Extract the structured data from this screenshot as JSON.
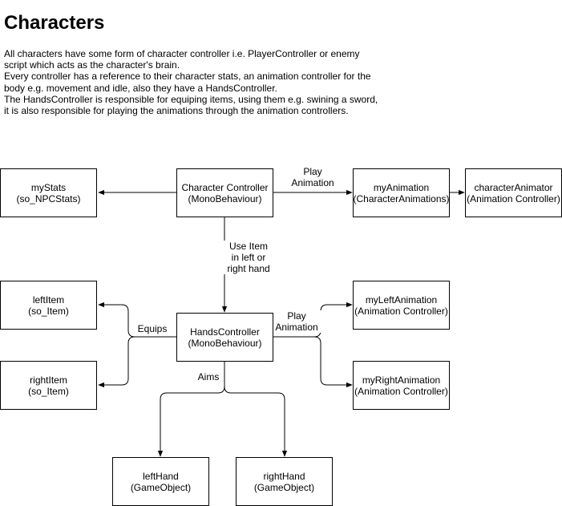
{
  "title": "Characters",
  "description": [
    "All characters have some form of character controller i.e. PlayerController or enemy",
    "script which acts as the character's brain.",
    "Every controller has a reference to their character stats, an animation controller for the",
    "body e.g. movement and idle, also they have a HandsController.",
    "The HandsController is responsible for equiping items, using them e.g. swining a sword,",
    "it is also responsible for playing the animations through the animation controllers."
  ],
  "boxes": {
    "mystats": [
      "myStats",
      "(so_NPCStats)"
    ],
    "character_controller": [
      "Character Controller",
      "(MonoBehaviour)"
    ],
    "myanimation": [
      "myAnimation",
      "(CharacterAnimations)"
    ],
    "characteranimator": [
      "characterAnimator",
      "(Animation Controller)"
    ],
    "leftitem": [
      "leftItem",
      "(so_Item)"
    ],
    "rightitem": [
      "rightItem",
      "(so_Item)"
    ],
    "hands_controller": [
      "HandsController",
      "(MonoBehaviour)"
    ],
    "myleftanimation": [
      "myLeftAnimation",
      "(Animation Controller)"
    ],
    "myrightanimation": [
      "myRightAnimation",
      "(Animation Controller)"
    ],
    "lefthand": [
      "leftHand",
      "(GameObject)"
    ],
    "righthand": [
      "rightHand",
      "(GameObject)"
    ]
  },
  "labels": {
    "play_animation_top": [
      "Play",
      "Animation"
    ],
    "use_item": [
      "Use Item",
      "in left or",
      "right hand"
    ],
    "equips": [
      "Equips"
    ],
    "play_animation_hands": [
      "Play",
      "Animation"
    ],
    "aims": [
      "Aims"
    ]
  }
}
